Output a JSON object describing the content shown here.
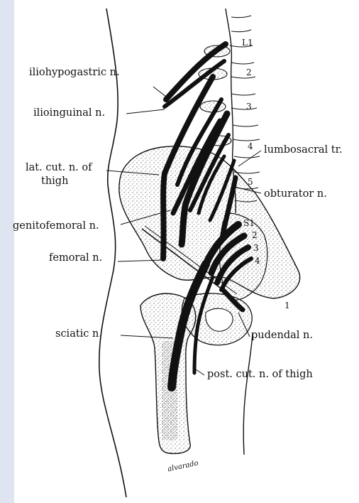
{
  "labels": {
    "iliohypogastric": "iliohypogastric n.",
    "ilioinguinal": "ilioinguinal n.",
    "lat_cut_line1": "lat. cut. n. of",
    "lat_cut_line2": "thigh",
    "genitofemoral": "genitofemoral n.",
    "femoral": "femoral n.",
    "sciatic": "sciatic n.",
    "lumbosacral": "lumbosacral tr.",
    "obturator": "obturator n.",
    "pudendal": "pudendal n.",
    "post_cut": "post. cut. n. of thigh"
  },
  "vertebrae": [
    "L1",
    "2",
    "3",
    "4",
    "5"
  ],
  "sacral": [
    "S1",
    "2",
    "3",
    "4"
  ],
  "coccygeal": "1",
  "signature": "alvarado",
  "colors": {
    "ink": "#111111",
    "bone_shade": "#8a8a8a",
    "background": "#ffffff",
    "left_bg": "#c9d4e6"
  }
}
